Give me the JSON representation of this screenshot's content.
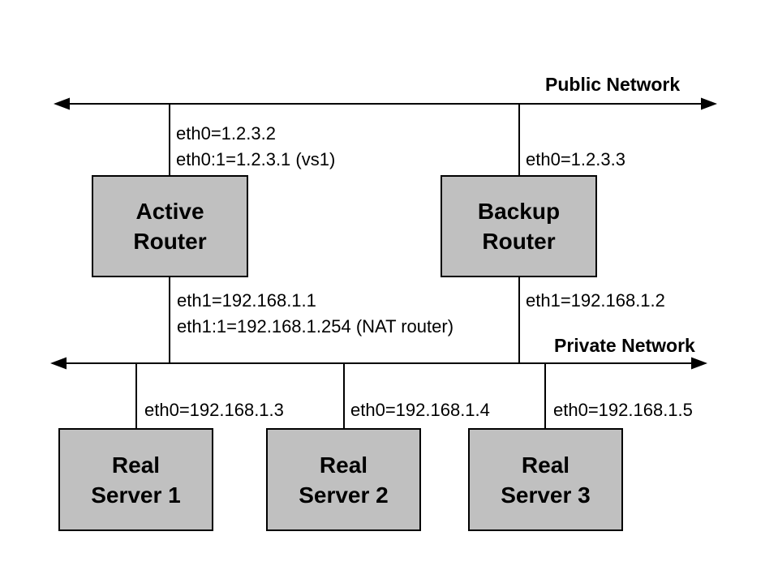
{
  "diagram": {
    "colors": {
      "background": "#ffffff",
      "box_fill": "#c0c0c0",
      "box_border": "#000000",
      "line": "#000000",
      "text": "#000000"
    },
    "public_network": {
      "label": "Public Network"
    },
    "private_network": {
      "label": "Private Network"
    },
    "active_router": {
      "name_line1": "Active",
      "name_line2": "Router",
      "eth0_label": "eth0=1.2.3.2",
      "eth0_alias_label": "eth0:1=1.2.3.1 (vs1)",
      "eth1_label": "eth1=192.168.1.1",
      "eth1_alias_label": "eth1:1=192.168.1.254 (NAT router)"
    },
    "backup_router": {
      "name_line1": "Backup",
      "name_line2": "Router",
      "eth0_label": "eth0=1.2.3.3",
      "eth1_label": "eth1=192.168.1.2"
    },
    "real_servers": [
      {
        "name_line1": "Real",
        "name_line2": "Server 1",
        "eth0_label": "eth0=192.168.1.3"
      },
      {
        "name_line1": "Real",
        "name_line2": "Server 2",
        "eth0_label": "eth0=192.168.1.4"
      },
      {
        "name_line1": "Real",
        "name_line2": "Server 3",
        "eth0_label": "eth0=192.168.1.5"
      }
    ]
  }
}
